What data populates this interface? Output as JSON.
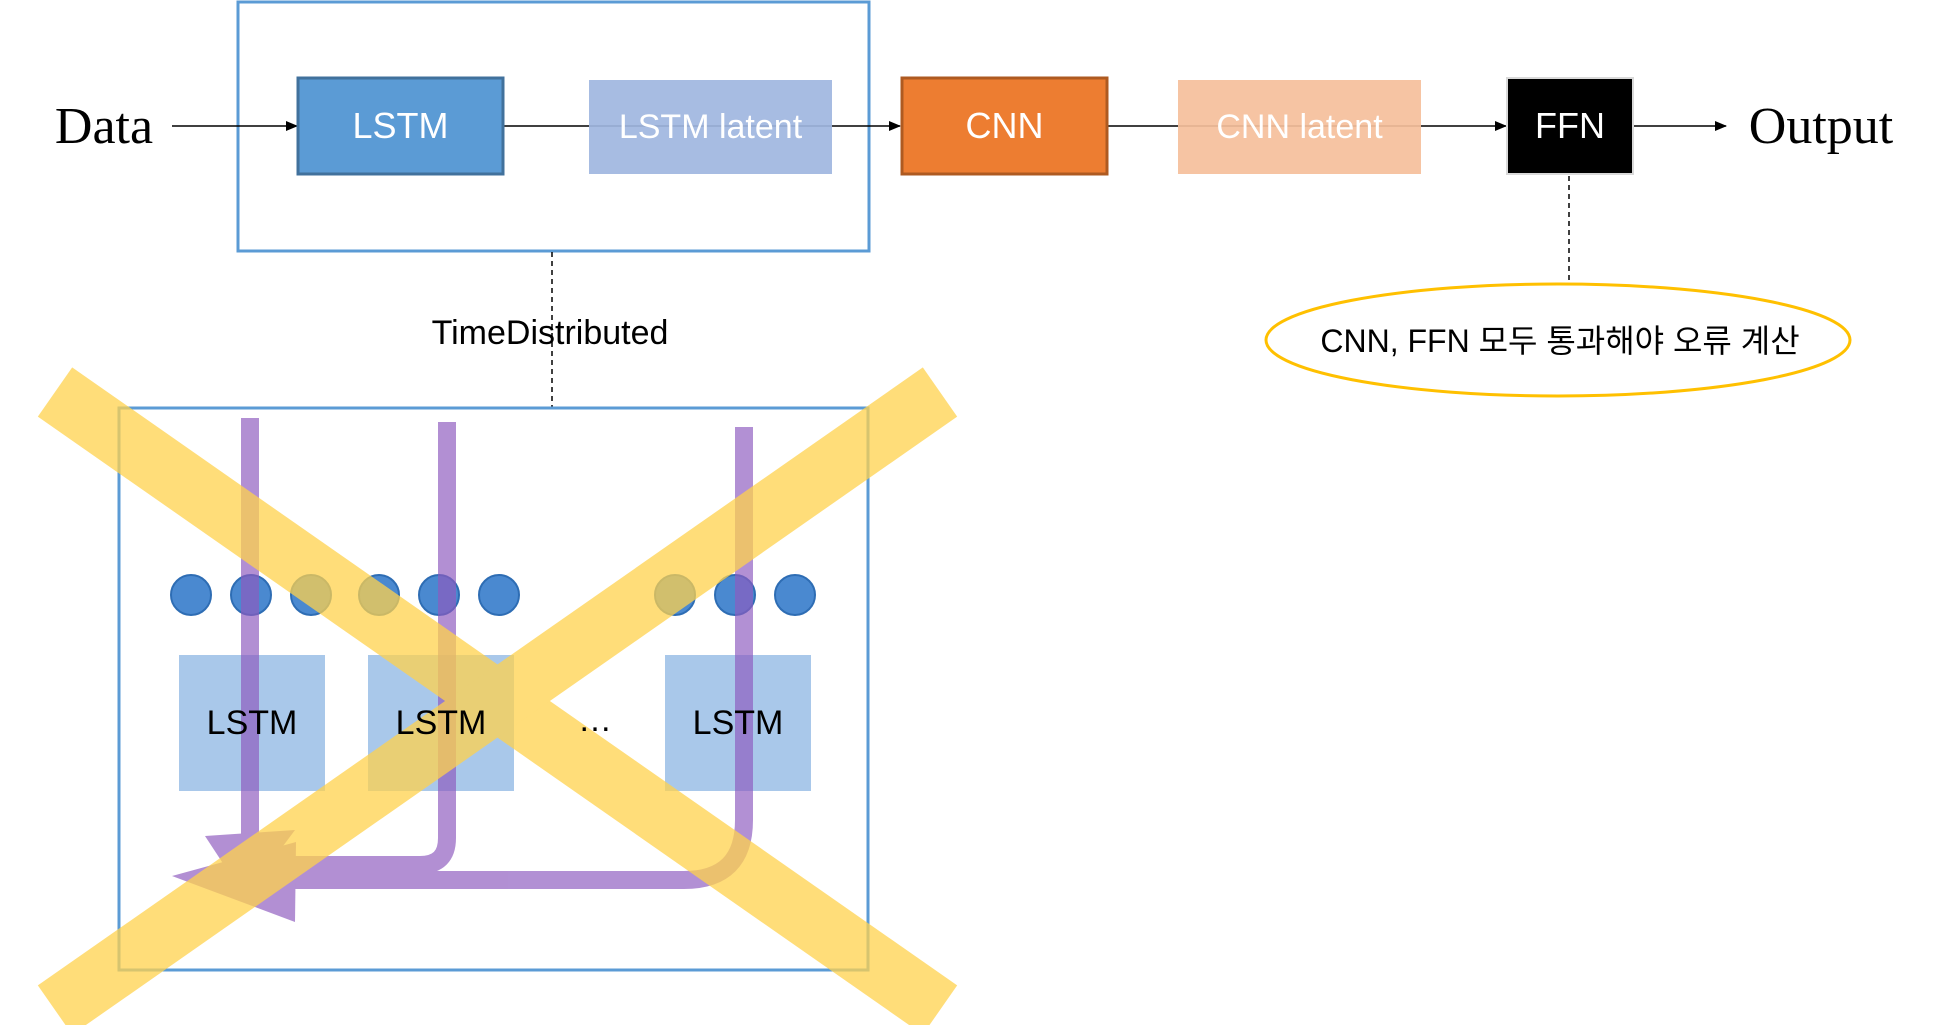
{
  "colors": {
    "lstm_block": "#5b9bd5",
    "lstm_block_border": "#41719c",
    "lstm_latent": "#9fb6e0",
    "cnn_block": "#ed7d31",
    "cnn_block_border": "#ae5a21",
    "cnn_latent": "#f5bf9b",
    "ffn_block": "#000000",
    "group_border": "#5b9bd5",
    "inner_lstm": "#a9c8ea",
    "node": "#4a89d0",
    "flow_arrow": "#8e5bbf",
    "cross_mark": "#ffd24d",
    "note_ellipse": "#ffc000"
  },
  "icons": {
    "rejection": "cross-mark-icon",
    "aggregate_flow": "merge-arrow-icon"
  },
  "pipeline": {
    "input_label": "Data",
    "lstm_label": "LSTM",
    "lstm_latent_label": "LSTM latent",
    "cnn_label": "CNN",
    "cnn_latent_label": "CNN latent",
    "ffn_label": "FFN",
    "output_label": "Output"
  },
  "time_distributed": {
    "label": "TimeDistributed",
    "cells": [
      "LSTM",
      "LSTM",
      "LSTM"
    ],
    "ellipsis": "…"
  },
  "note": {
    "text": "CNN, FFN 모두 통과해야 오류 계산"
  }
}
